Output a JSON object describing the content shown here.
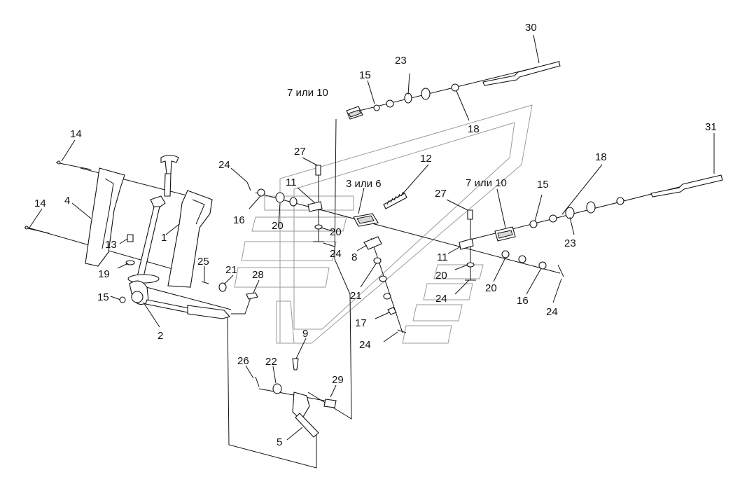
{
  "labels": {
    "l30": "30",
    "l23a": "23",
    "l15a": "15",
    "l7a": "7 или 10",
    "l18a": "18",
    "l31": "31",
    "l18b": "18",
    "l27a": "27",
    "l12": "12",
    "l24a": "24",
    "l11a": "11",
    "l3": "3 или 6",
    "l7b": "7 или 10",
    "l15b": "15",
    "l27b": "27",
    "l14a": "14",
    "l4": "4",
    "l16a": "16",
    "l20a": "20",
    "l20b": "20",
    "l14b": "14",
    "l1": "1",
    "l13": "13",
    "l23b": "23",
    "l8": "8",
    "l24b": "24",
    "l11b": "11",
    "l20c": "20",
    "l19": "19",
    "l25": "25",
    "l21a": "21",
    "l28": "28",
    "l20d": "20",
    "l15c": "15",
    "l21b": "21",
    "l24c": "24",
    "l16b": "16",
    "l24d": "24",
    "l2": "2",
    "l17": "17",
    "l24e": "24",
    "l9": "9",
    "l26": "26",
    "l22": "22",
    "l29": "29",
    "l5": "5"
  }
}
